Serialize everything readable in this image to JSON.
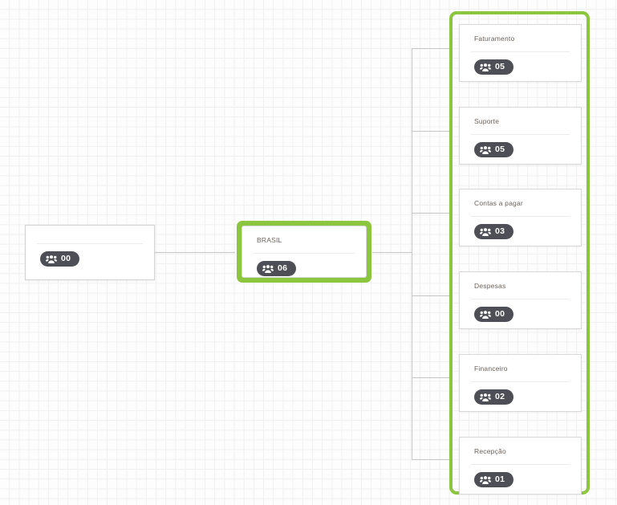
{
  "canvas": {
    "background_color": "#fdfdfd",
    "grid_color": "#f0f0f0",
    "accent_color": "#8cc63e",
    "badge_color": "#4e4e56",
    "connector_color": "#c6c6c6"
  },
  "badge_icon_name": "users-group-icon",
  "root_node": {
    "title": "",
    "count": "00",
    "selected": false
  },
  "parent_node": {
    "title": "BRASIL",
    "count": "06",
    "selected": true
  },
  "group": {
    "selected": true,
    "children": [
      {
        "title": "Faturamento",
        "count": "05"
      },
      {
        "title": "Suporte",
        "count": "05"
      },
      {
        "title": "Contas a pagar",
        "count": "03"
      },
      {
        "title": "Despesas",
        "count": "00"
      },
      {
        "title": "Financeiro",
        "count": "02"
      },
      {
        "title": "Recepção",
        "count": "01"
      }
    ]
  }
}
